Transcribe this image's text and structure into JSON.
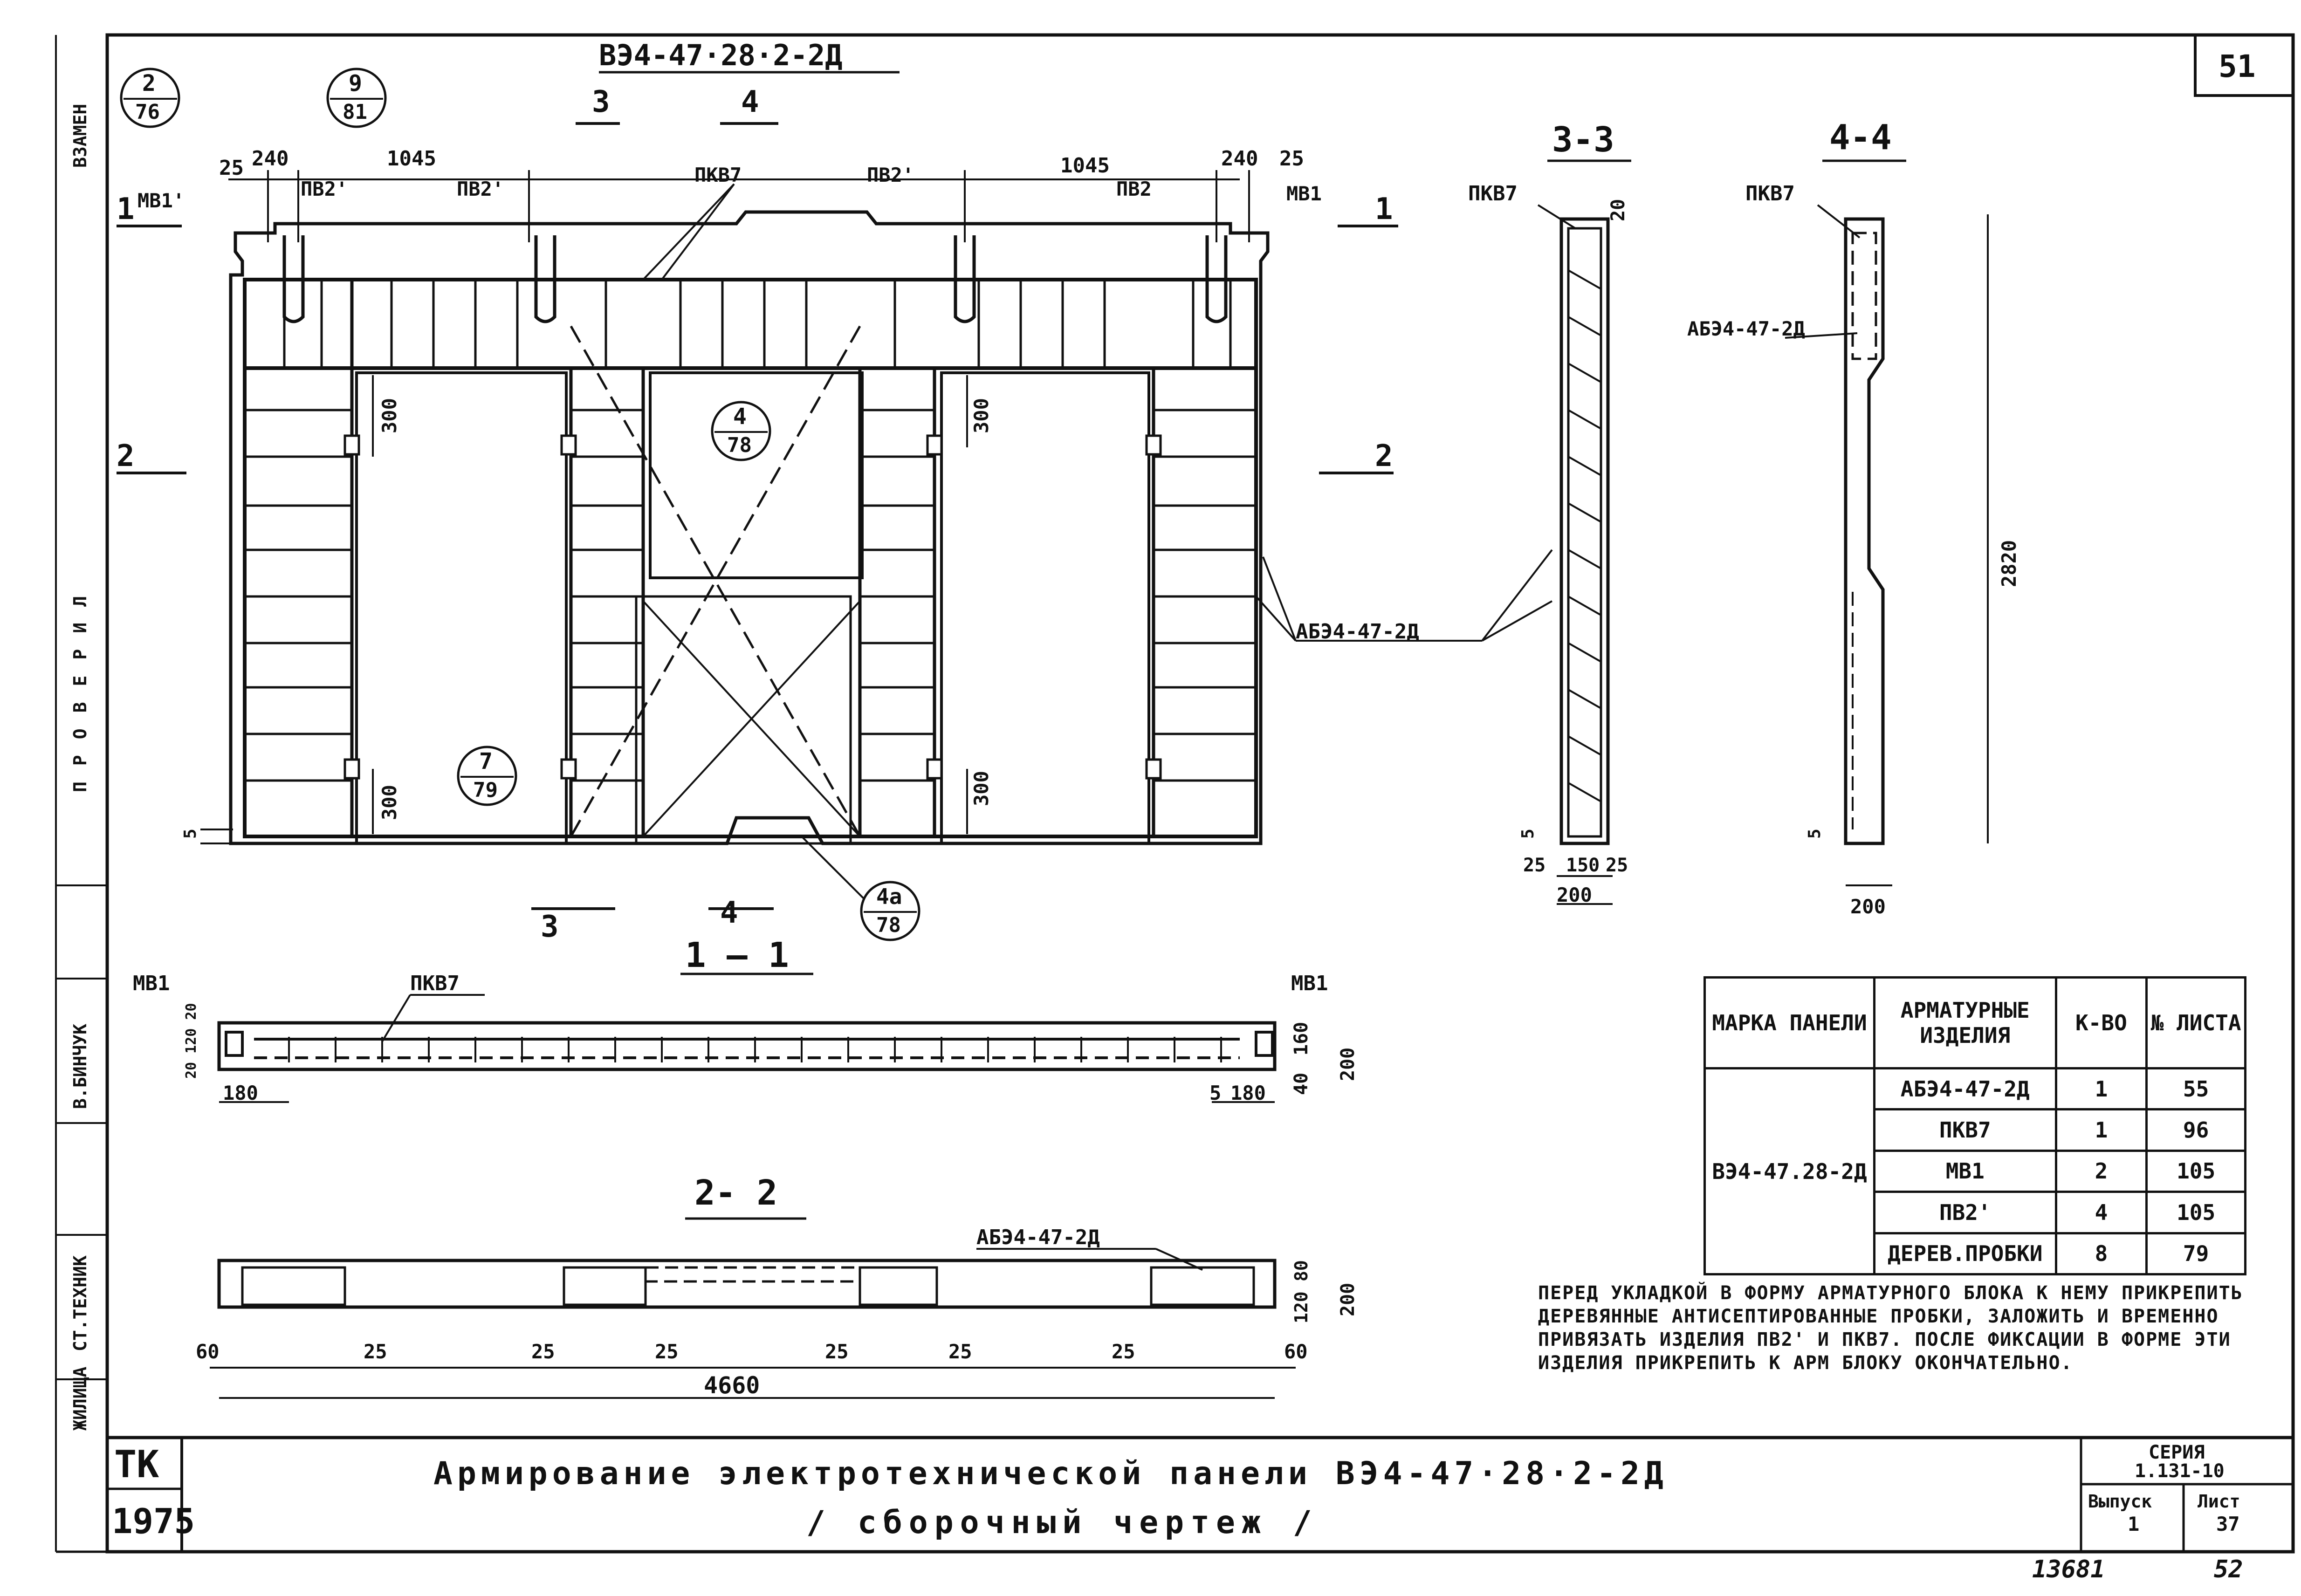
{
  "sheet_number": "51",
  "panel_mark": "ВЭ4-47·28·2-2Д",
  "title": {
    "line1": "Армирование электротехнической панели ВЭ4-47·28·2-2Д",
    "line2": "/ сборочный чертеж /"
  },
  "stamp": {
    "org": "ТК",
    "year": "1975"
  },
  "series": {
    "label": "СЕРИЯ",
    "value": "1.131-10"
  },
  "issue": {
    "label": "Выпуск",
    "value": "1"
  },
  "sheet": {
    "label": "Лист",
    "value": "37"
  },
  "handwritten": {
    "left": "13681",
    "right": "52"
  },
  "sidebar": [
    "ВЗАМЕН",
    "ПРОВЕРИЛ",
    "В.БИНЧУК",
    "СТ.ТЕХНИК",
    "ЖИЛИЩА"
  ],
  "section_marks": {
    "s3_3": "3-3",
    "s4_4": "4-4",
    "s1_1": "1 — 1",
    "s2_2": "2- 2",
    "cut1": "1",
    "cut2": "2",
    "cut3": "3",
    "cut4": "4"
  },
  "callouts": [
    {
      "top": "2",
      "bottom": "76"
    },
    {
      "top": "9",
      "bottom": "81"
    },
    {
      "top": "4",
      "bottom": "78"
    },
    {
      "top": "7",
      "bottom": "79"
    },
    {
      "top": "4а",
      "bottom": "78"
    }
  ],
  "labels": {
    "mb1": "МВ1",
    "mb1p": "МВ1'",
    "pv2": "ПВ2",
    "pv2p": "ПВ2'",
    "pkv7": "ПКВ7",
    "ab": "АБЭ4-47-2Д"
  },
  "dims": {
    "d25": "25",
    "d240": "240",
    "d1045": "1045",
    "d300": "300",
    "d5": "5",
    "d20": "20",
    "d150": "150",
    "d200": "200",
    "d2820": "2820",
    "d180": "180",
    "d160": "160",
    "d40": "40",
    "d120": "120",
    "d80": "80",
    "d60": "60",
    "d4660": "4660",
    "d20_120_20": "20 120 20"
  },
  "table": {
    "headers": [
      "МАРКА ПАНЕЛИ",
      "АРМАТУРНЫЕ ИЗДЕЛИЯ",
      "К-ВО",
      "№ ЛИСТА"
    ],
    "panel": "ВЭ4-47.28-2Д",
    "rows": [
      {
        "item": "АБЭ4-47-2Д",
        "qty": "1",
        "sheet": "55"
      },
      {
        "item": "ПКВ7",
        "qty": "1",
        "sheet": "96"
      },
      {
        "item": "МВ1",
        "qty": "2",
        "sheet": "105"
      },
      {
        "item": "ПВ2'",
        "qty": "4",
        "sheet": "105"
      },
      {
        "item": "ДЕРЕВ.ПРОБКИ",
        "qty": "8",
        "sheet": "79"
      }
    ]
  },
  "note": "ПЕРЕД УКЛАДКОЙ В ФОРМУ АРМАТУРНОГО БЛОКА К НЕМУ ПРИКРЕПИТЬ ДЕРЕВЯННЫЕ АНТИСЕПТИРОВАННЫЕ ПРОБКИ, ЗАЛОЖИТЬ И ВРЕМЕННО ПРИВЯЗАТЬ ИЗДЕЛИЯ ПВ2' И ПКВ7. ПОСЛЕ ФИКСАЦИИ В ФОРМЕ ЭТИ ИЗДЕЛИЯ ПРИКРЕПИТЬ К АРМ БЛОКУ ОКОНЧАТЕЛЬНО."
}
